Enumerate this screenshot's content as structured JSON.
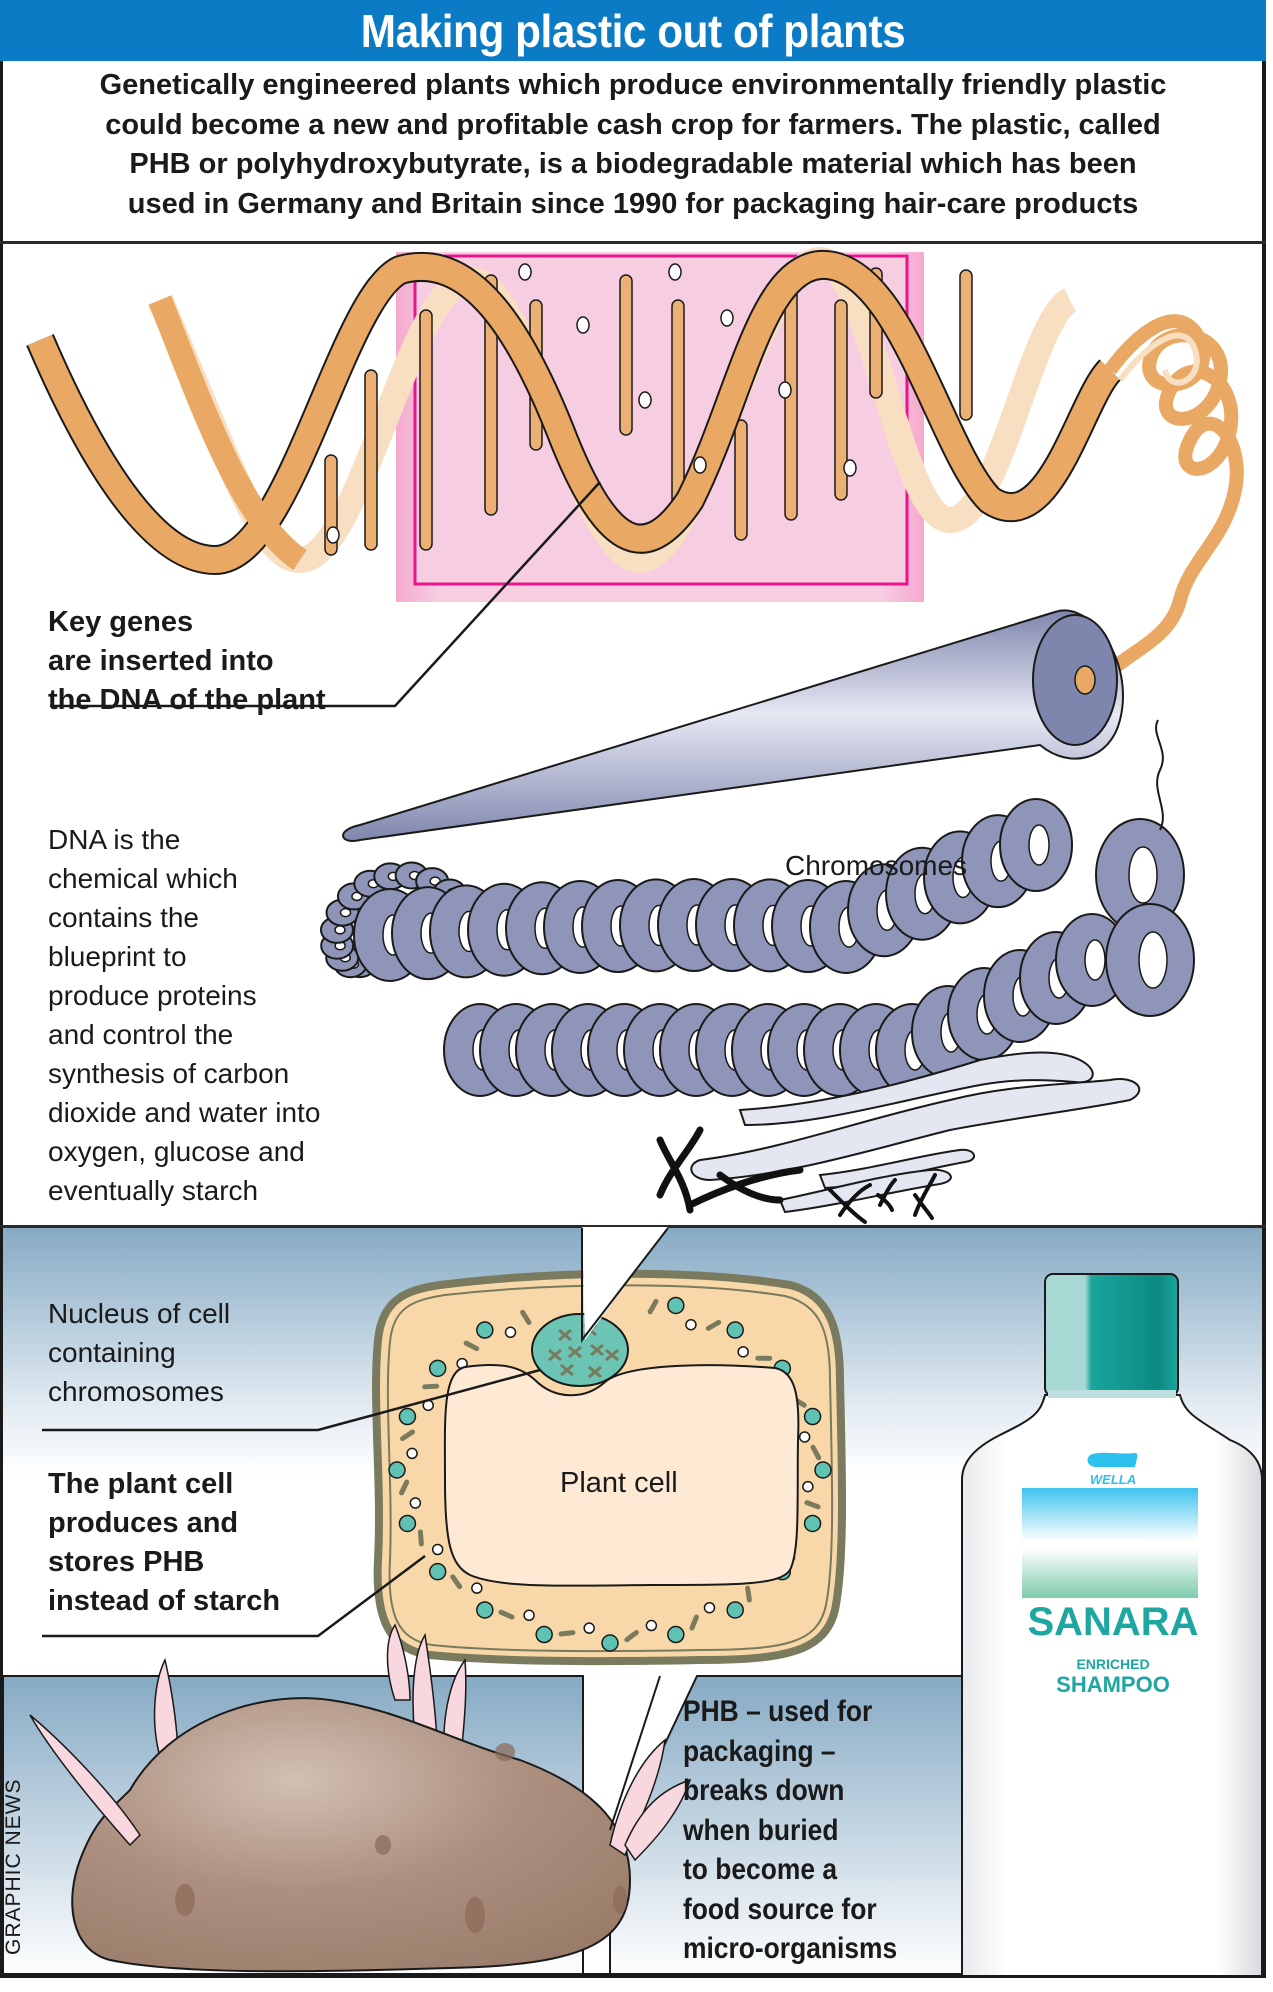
{
  "header": {
    "title": "Making plastic out of plants",
    "intro_lines": [
      "Genetically engineered plants which produce environmentally friendly plastic",
      "could become a new and profitable cash crop for farmers. The plastic, called",
      "PHB or polyhydroxybutyrate, is a biodegradable material which has been",
      "used in Germany and Britain since 1990 for packaging hair-care products"
    ]
  },
  "labels": {
    "key_genes": [
      "Key genes",
      "are inserted into",
      "the DNA of the plant"
    ],
    "dna_description": [
      "DNA is the",
      "chemical which",
      "contains the",
      "blueprint to",
      "produce proteins",
      "and control the",
      "synthesis of carbon",
      "dioxide and water into",
      "oxygen, glucose and",
      "eventually starch"
    ],
    "chromosomes": "Chromosomes",
    "nucleus": [
      "Nucleus of cell",
      "containing",
      "chromosomes"
    ],
    "plant_cell_phb": [
      "The plant cell",
      "produces and",
      "stores PHB",
      "instead of starch"
    ],
    "plant_cell": "Plant cell",
    "phb_use": [
      "PHB – used for",
      "packaging –",
      "breaks down",
      "when buried",
      "to become a",
      "food source for",
      "micro-organisms"
    ]
  },
  "bottle": {
    "brand_logo": "WELLA",
    "product_name": "SANARA",
    "subtitle": "ENRICHED",
    "product_type": "SHAMPOO"
  },
  "credit": "GRAPHIC NEWS",
  "colors": {
    "title_bar": "#0a7bc4",
    "dna_dark": "#e9a964",
    "dna_light": "#f9dfc2",
    "highlight_pink": "#f7cde2",
    "highlight_border": "#e8168c",
    "chromosome": "#8e95b8",
    "cell_wall": "#7a7a5e",
    "cytoplasm": "#f8d8a8",
    "vacuole": "#fde9d4",
    "organelle_teal": "#5fc2b2",
    "sky_blue": "#86aac4",
    "potato": "#a78a78",
    "bottle_cap": "#1aa59d",
    "brand_text": "#1ea6a0"
  }
}
